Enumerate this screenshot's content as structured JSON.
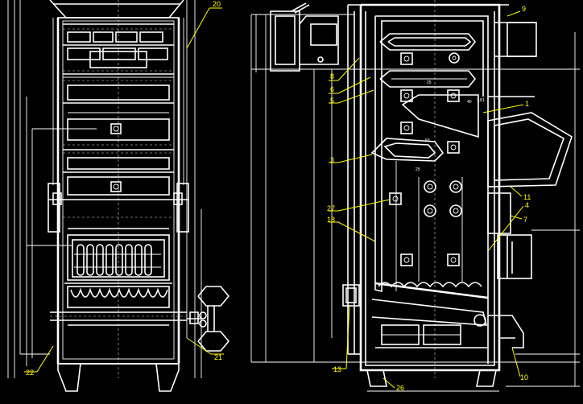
{
  "colors": {
    "background": "#000000",
    "lines": "#ffffff",
    "callouts": "#ffff00"
  },
  "left_view": {
    "callouts": {
      "c20": "20",
      "c21": "21",
      "c22": "22"
    }
  },
  "right_view": {
    "callouts": {
      "c9": "9",
      "c8": "8",
      "c6": "6",
      "c5": "5",
      "c3": "3",
      "c27": "27",
      "c18": "18",
      "c13": "13",
      "c26": "26",
      "c11": "11",
      "c7": "7",
      "c10": "10",
      "c1": "1",
      "c4": "4"
    }
  }
}
